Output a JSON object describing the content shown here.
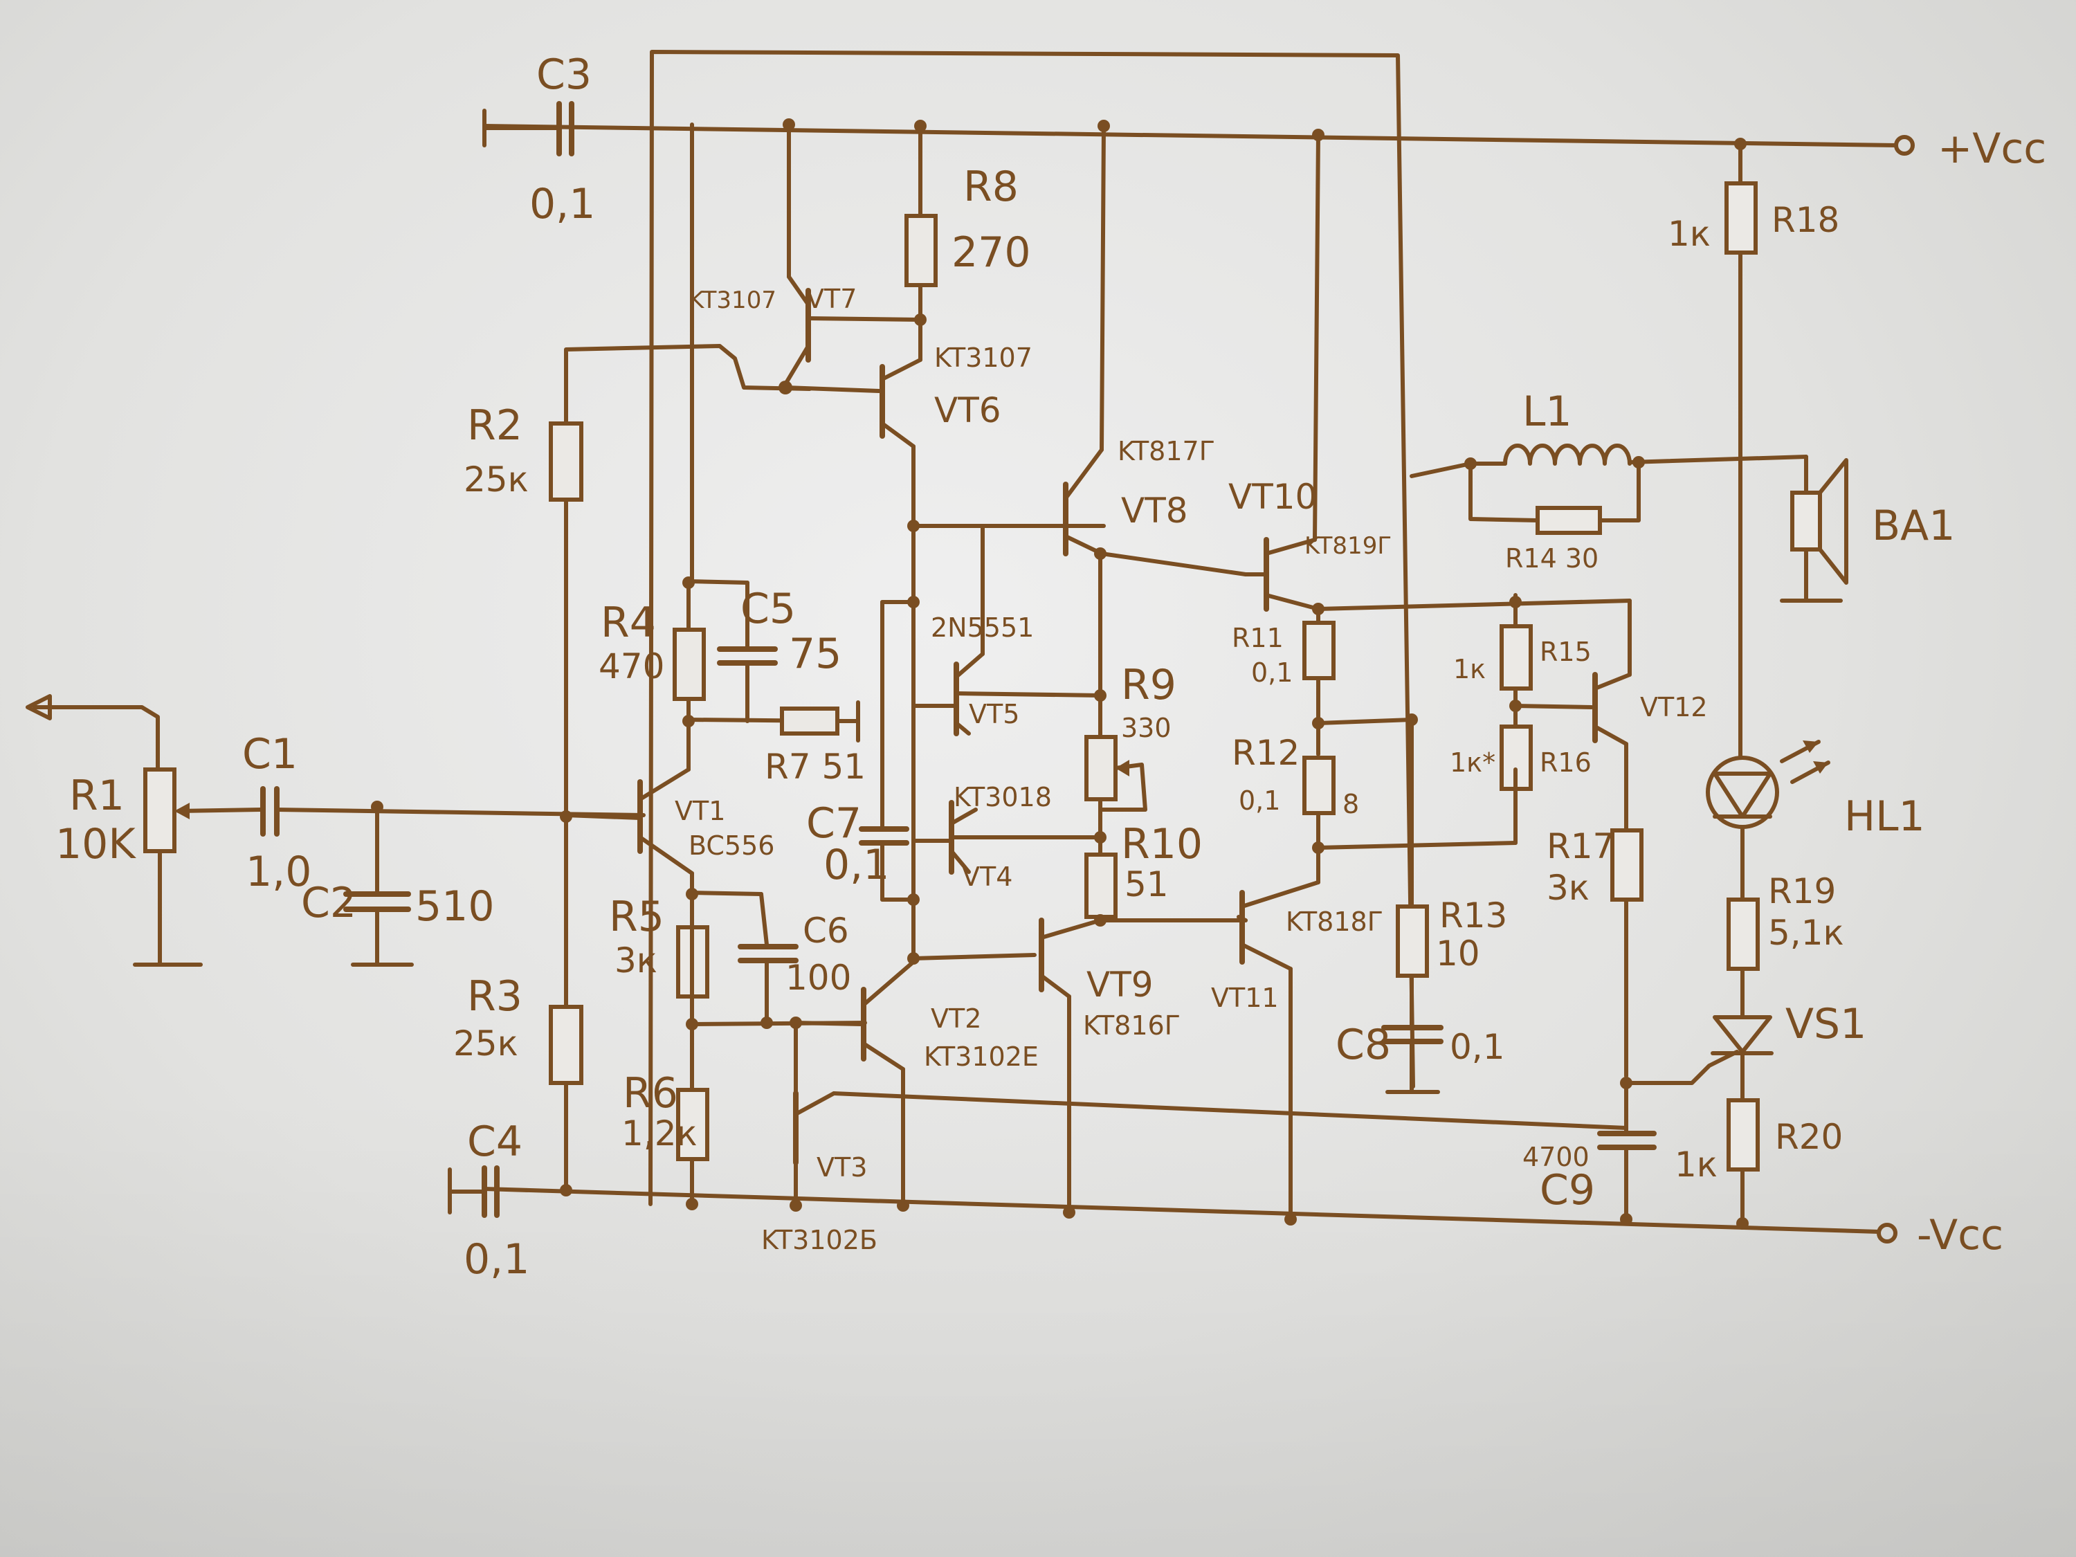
{
  "rails": {
    "pos": "+Vcc",
    "neg": "-Vcc"
  },
  "labels": {
    "C3": "C3",
    "C3v": "0,1",
    "C4": "C4",
    "C4v": "0,1",
    "R1": "R1",
    "R1v": "10K",
    "C1": "C1",
    "C1v": "1,0",
    "C2": "C2",
    "C2v": "510",
    "R2": "R2",
    "R2v": "25к",
    "R3": "R3",
    "R3v": "25к",
    "R4": "R4",
    "R4v": "470",
    "C5": "C5",
    "C5v": "75",
    "R7": "R7 51",
    "R5": "R5",
    "R5v": "3к",
    "C6": "C6",
    "C6v": "100",
    "R6": "R6",
    "R6v": "1,2к",
    "VT1": "VT1",
    "VT1t": "BC556",
    "VT2": "VT2",
    "VT2t": "KT3102E",
    "VT3": "VT3",
    "VT3t": "KT3102Б",
    "VT7t": "KT3107",
    "VT7": "VT7",
    "VT6t": "KT3107",
    "VT6": "VT6",
    "R8": "R8",
    "R8v": "270",
    "VT5t": "2N5551",
    "VT5": "VT5",
    "VT4t": "KT3018",
    "VT4": "VT4",
    "C7": "C7",
    "C7v": "0,1",
    "VT8t": "KT817Г",
    "VT8": "VT8",
    "R9": "R9",
    "R9v": "330",
    "R10": "R10",
    "R10v": "51",
    "VT9": "VT9",
    "VT9t": "KT816Г",
    "VT10": "VT10",
    "VT10t": "KT819Г",
    "VT11": "VT11",
    "VT11t": "KT818Г",
    "R11": "R11",
    "R11v": "0,1",
    "R12": "R12",
    "R12v": "0,1",
    "R12w": "8",
    "R13": "R13",
    "R13v": "10",
    "C8": "C8",
    "C8v": "0,1",
    "L1": "L1",
    "R14": "R14 30",
    "BA1": "BA1",
    "R15": "R15",
    "R15v": "1к",
    "R16": "R16",
    "R16v": "1к*",
    "VT12": "VT12",
    "R17": "R17",
    "R17v": "3к",
    "R18": "R18",
    "R18v": "1к",
    "HL1": "HL1",
    "R19": "R19",
    "R19v": "5,1к",
    "VS1": "VS1",
    "R20": "R20",
    "R20v": "1к",
    "C9": "C9",
    "C9v": "4700"
  },
  "colors": {
    "ink": "#7a4e22",
    "paper": "#e8e8e6"
  }
}
